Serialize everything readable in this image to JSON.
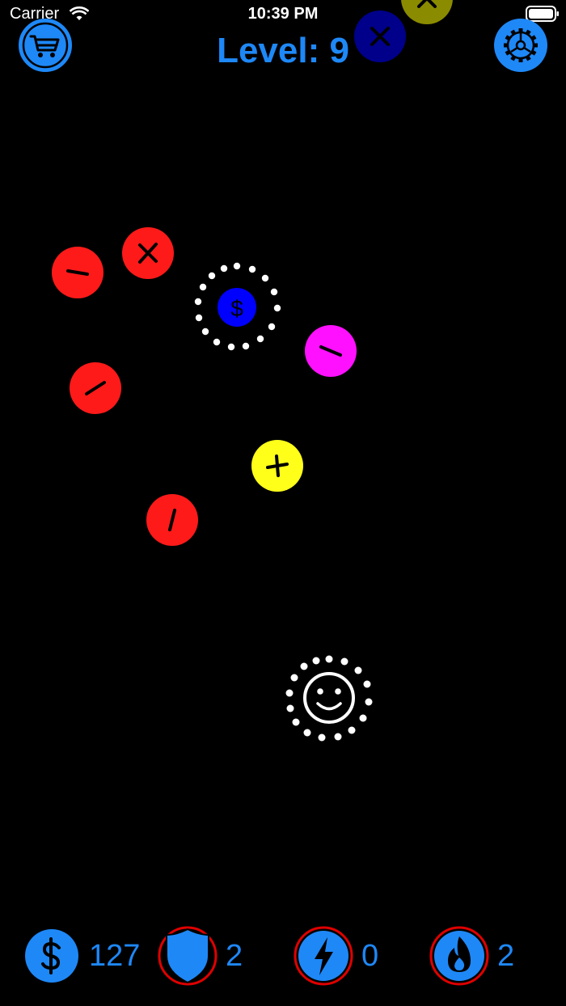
{
  "status_bar": {
    "carrier": "Carrier",
    "time": "10:39 PM"
  },
  "header": {
    "level_label": "Level: 9"
  },
  "colors": {
    "accent": "#1e88f7",
    "enemy_red": "#ff1a1a",
    "enemy_magenta": "#ff10ff",
    "enemy_yellow": "#ffff1a",
    "coin_blue": "#0000ff",
    "ring_red": "#e00000"
  },
  "coin": {
    "symbol": "$"
  },
  "enemies": [
    {
      "type": "minus",
      "color": "red"
    },
    {
      "type": "times",
      "color": "red"
    },
    {
      "type": "minus",
      "color": "magenta"
    },
    {
      "type": "minus",
      "color": "red"
    },
    {
      "type": "plus",
      "color": "yellow"
    },
    {
      "type": "slash",
      "color": "red"
    },
    {
      "type": "times",
      "color": "navy"
    },
    {
      "type": "times",
      "color": "olive"
    }
  ],
  "hud": {
    "money_count": "127",
    "shield_count": "2",
    "lightning_count": "0",
    "fire_count": "2"
  }
}
